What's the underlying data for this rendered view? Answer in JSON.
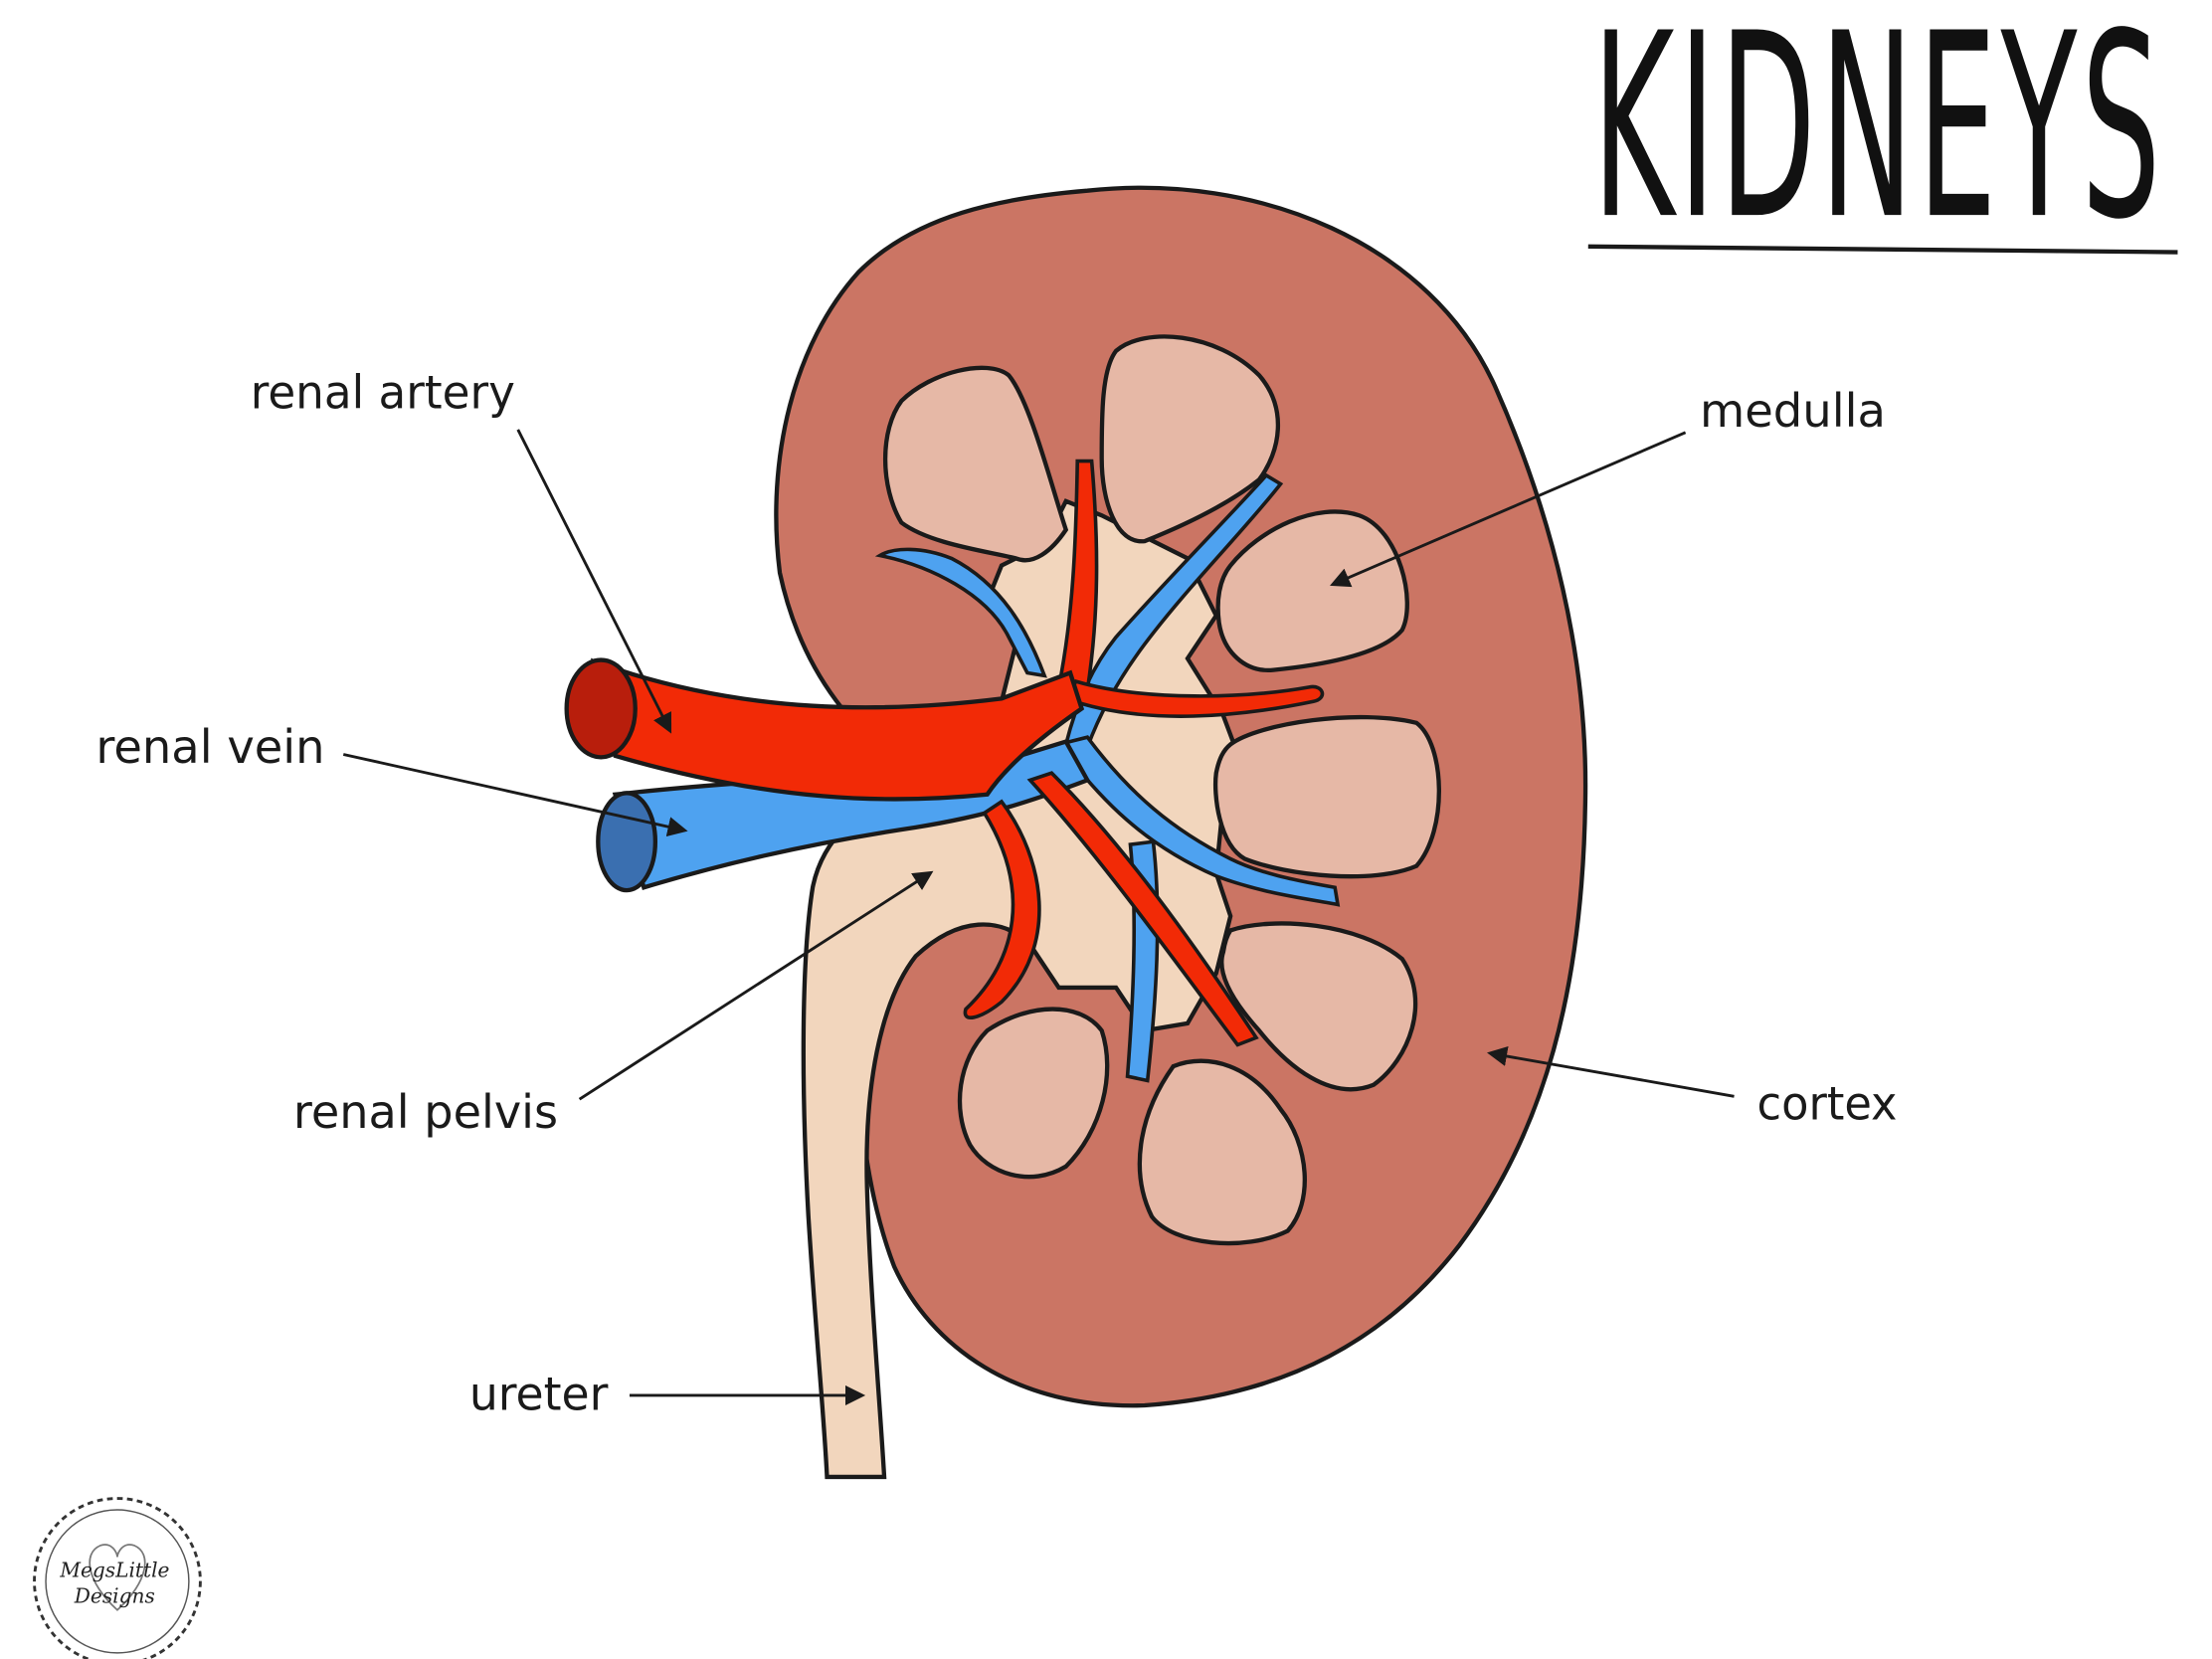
{
  "title": "KIDNEYS",
  "labels": {
    "renal_artery": "renal artery",
    "renal_vein": "renal vein",
    "renal_pelvis": "renal pelvis",
    "ureter": "ureter",
    "medulla": "medulla",
    "cortex": "cortex"
  },
  "logo": {
    "line1": "MegsLittle",
    "line2": "Designs"
  },
  "colors": {
    "cortex": "#cb7564",
    "medulla": "#e6b8a6",
    "pelvis": "#f2d6bd",
    "artery": "#f22a06",
    "artery_lumen": "#b81e0c",
    "vein": "#4ea2f0",
    "vein_lumen": "#3a6fb0",
    "outline": "#1a1a1a"
  }
}
